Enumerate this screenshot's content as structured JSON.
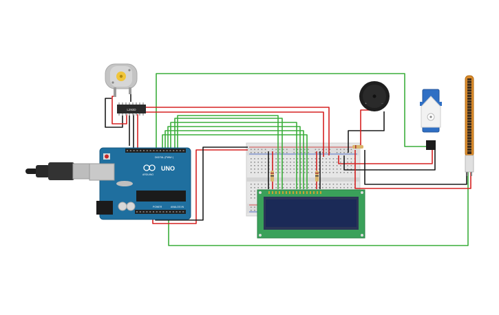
{
  "arduino": {
    "brand": "UNO",
    "logo_subtext": "ARDUINO",
    "digital_header": "DIGITAL (PWM~)",
    "power_header": "POWER",
    "analog_header": "ANALOG IN",
    "board_color": "#1f6f9f"
  },
  "motor_driver": {
    "label": "L293D"
  },
  "lcd": {
    "bezel_color": "#3aa15a",
    "screen_color": "#1b2a57"
  },
  "wire_colors": {
    "red": "#d52020",
    "black": "#1a1a1a",
    "green": "#3aad3a"
  },
  "components": [
    "dc-motor",
    "l293d-driver",
    "arduino-uno",
    "breadboard",
    "lcd-16x2",
    "piezo-buzzer",
    "servo-motor",
    "flex-sensor",
    "usb-cable"
  ]
}
